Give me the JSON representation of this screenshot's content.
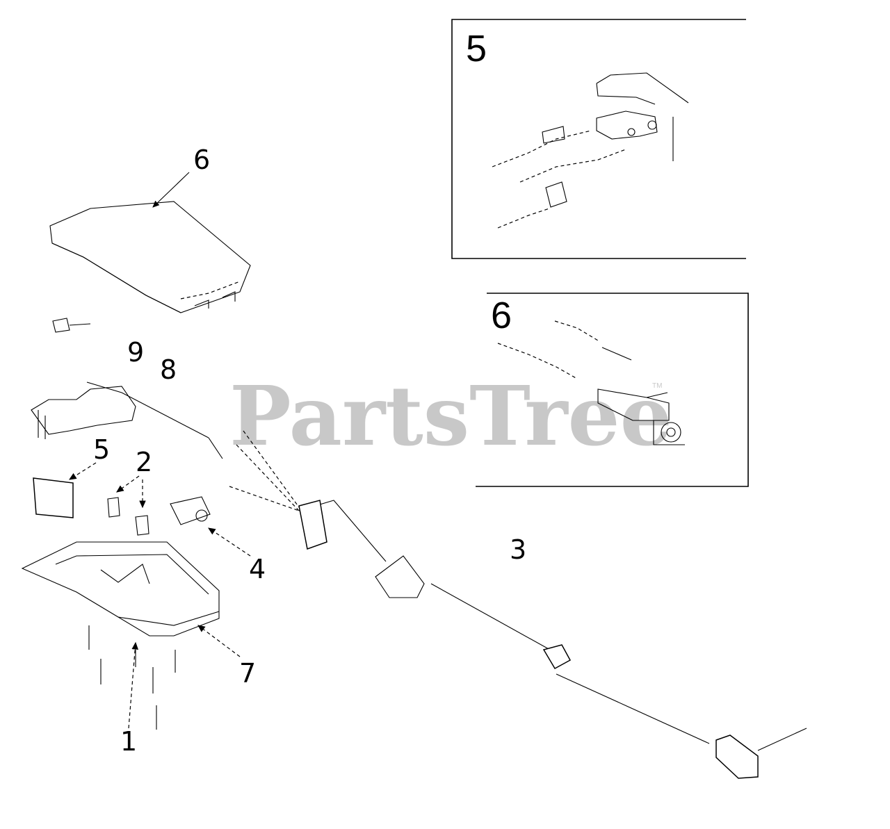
{
  "watermark": {
    "text": "PartsTree",
    "trademark": "TM"
  },
  "callouts": {
    "c1": "1",
    "c2": "2",
    "c3": "3",
    "c4": "4",
    "c5": "5",
    "c6": "6",
    "c7": "7",
    "c8": "8",
    "c9": "9"
  },
  "detail_boxes": {
    "box5": {
      "title": "5"
    },
    "box6": {
      "title": "6"
    }
  }
}
